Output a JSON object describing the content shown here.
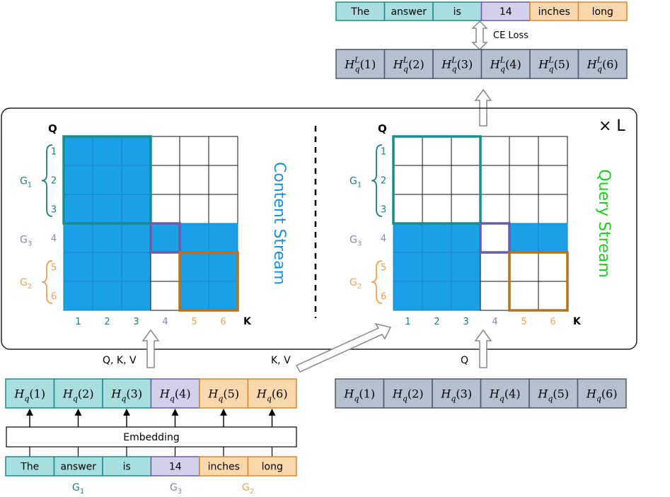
{
  "colors": {
    "teal_fill": "#a8dede",
    "teal_stroke": "#1a8c8c",
    "purple_fill": "#d2d0ea",
    "purple_stroke": "#6a5aa8",
    "orange_fill": "#fbd7ad",
    "orange_stroke": "#d28a2c",
    "gray_fill": "#b4c2d0",
    "gray_stroke": "#4a5868",
    "blue_cell": "#1aa0e6",
    "content_text": "#1a8fe6",
    "query_text": "#22cc22",
    "g1_text": "#1a8080",
    "g3_text": "#9a7ab8",
    "g2_text": "#f5a050"
  },
  "output_tokens": [
    {
      "text": "The",
      "group": "g1"
    },
    {
      "text": "answer",
      "group": "g1"
    },
    {
      "text": "is",
      "group": "g1"
    },
    {
      "text": "14",
      "group": "g3"
    },
    {
      "text": "inches",
      "group": "g2"
    },
    {
      "text": "long",
      "group": "g2"
    }
  ],
  "loss_label": "CE Loss",
  "top_hidden": {
    "base": "H",
    "sub": "q",
    "sup": "L",
    "indices": [
      "1",
      "2",
      "3",
      "4",
      "5",
      "6"
    ]
  },
  "times_label": "× L",
  "content_stream": {
    "title": "Content Stream",
    "q_label": "Q",
    "k_label": "K",
    "mask": [
      [
        1,
        1,
        1,
        0,
        0,
        0
      ],
      [
        1,
        1,
        1,
        0,
        0,
        0
      ],
      [
        1,
        1,
        1,
        0,
        0,
        0
      ],
      [
        1,
        1,
        1,
        1,
        1,
        1
      ],
      [
        1,
        1,
        1,
        0,
        1,
        1
      ],
      [
        1,
        1,
        1,
        0,
        1,
        1
      ]
    ]
  },
  "query_stream": {
    "title": "Query Stream",
    "q_label": "Q",
    "k_label": "K",
    "mask": [
      [
        0,
        0,
        0,
        0,
        0,
        0
      ],
      [
        0,
        0,
        0,
        0,
        0,
        0
      ],
      [
        0,
        0,
        0,
        0,
        0,
        0
      ],
      [
        1,
        1,
        1,
        0,
        1,
        1
      ],
      [
        1,
        1,
        1,
        0,
        0,
        0
      ],
      [
        1,
        1,
        1,
        0,
        0,
        0
      ]
    ]
  },
  "row_labels": [
    "1",
    "2",
    "3",
    "4",
    "5",
    "6"
  ],
  "col_labels": [
    "1",
    "2",
    "3",
    "4",
    "5",
    "6"
  ],
  "group_labels": {
    "g1": "G",
    "g1_sub": "1",
    "g3": "G",
    "g3_sub": "3",
    "g2": "G",
    "g2_sub": "2"
  },
  "input_labels": {
    "qkv": "Q, K, V",
    "kv": "K, V",
    "q": "Q"
  },
  "left_hidden": {
    "base": "H",
    "sub": "q",
    "indices": [
      "1",
      "2",
      "3",
      "4",
      "5",
      "6"
    ],
    "groups": [
      "g1",
      "g1",
      "g1",
      "g3",
      "g2",
      "g2"
    ]
  },
  "right_hidden": {
    "base": "H",
    "sub": "q",
    "indices": [
      "1",
      "2",
      "3",
      "4",
      "5",
      "6"
    ]
  },
  "embedding_label": "Embedding",
  "input_tokens": [
    {
      "text": "The",
      "group": "g1"
    },
    {
      "text": "answer",
      "group": "g1"
    },
    {
      "text": "is",
      "group": "g1"
    },
    {
      "text": "14",
      "group": "g3"
    },
    {
      "text": "inches",
      "group": "g2"
    },
    {
      "text": "long",
      "group": "g2"
    }
  ]
}
